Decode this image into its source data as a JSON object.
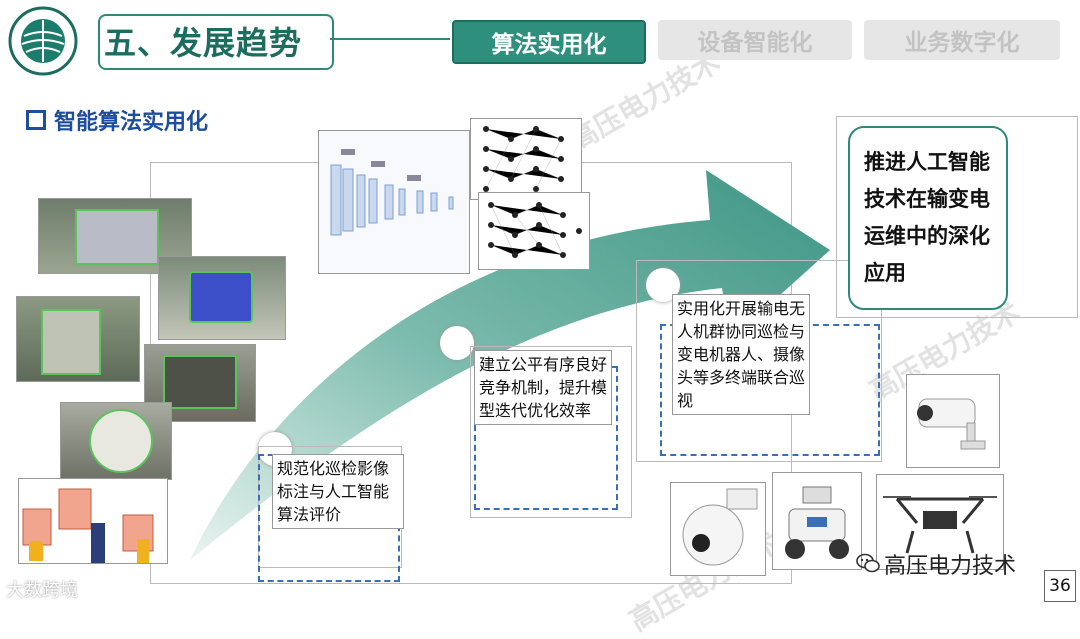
{
  "header": {
    "title": "五、发展趋势",
    "tabs": [
      {
        "label": "算法实用化",
        "active": true
      },
      {
        "label": "设备智能化",
        "active": false
      },
      {
        "label": "业务数字化",
        "active": false
      }
    ]
  },
  "section": {
    "label": "智能算法实用化"
  },
  "steps": [
    {
      "text": "规范化巡检影像标注与人工智能算法评价"
    },
    {
      "text": "建立公平有序良好竞争机制，提升模型迭代优化效率"
    },
    {
      "text": "实用化开展输电无人机群协同巡检与变电机器人、摄像头等多终端联合巡视"
    }
  ],
  "goal": {
    "text": "推进人工智能技术在输变电运维中的深化应用"
  },
  "watermark": {
    "source": "高压电力技术",
    "faint": "高压电力技术",
    "bottom_left": "大数跨境"
  },
  "page": {
    "number": "36"
  },
  "colors": {
    "primary": "#2f8f7d",
    "arrow": "#3e9584",
    "section": "#1d4d9c",
    "dashed": "#3a6fb5"
  }
}
